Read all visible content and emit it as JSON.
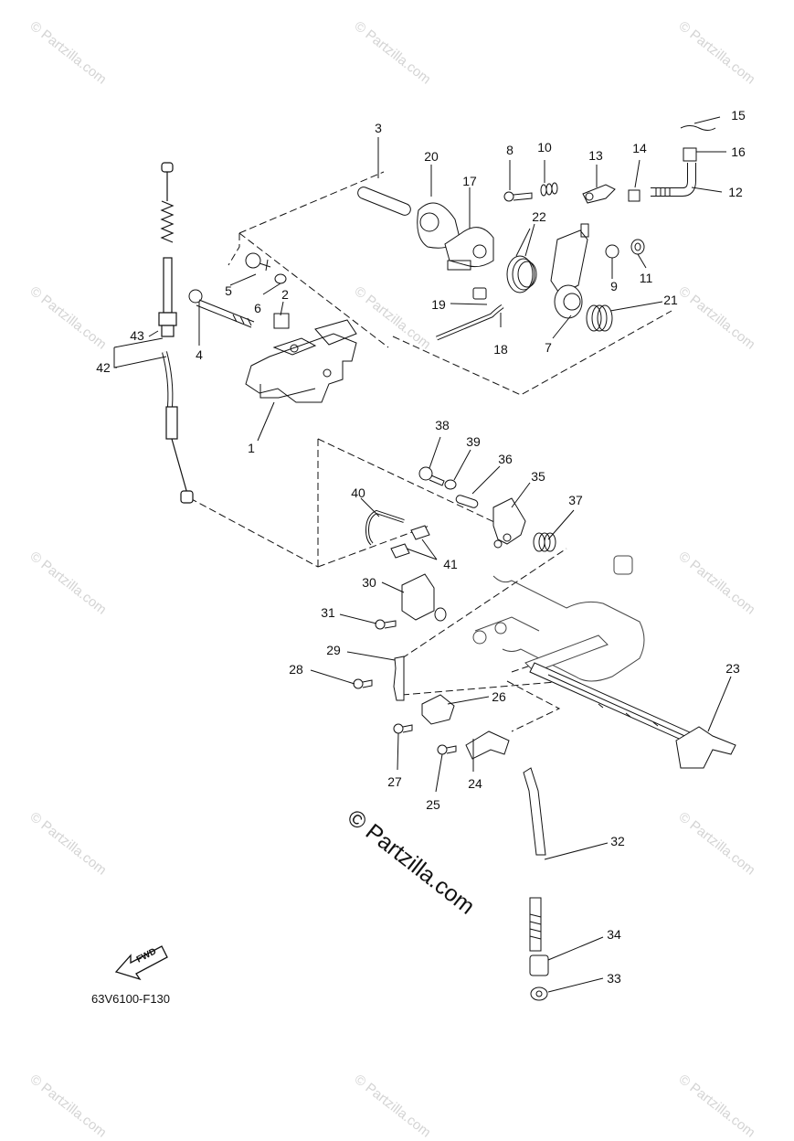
{
  "watermark": "© Partzilla.com",
  "diagram_code": "63V6100-F130",
  "fwd_label": "FWD",
  "callouts": [
    "1",
    "2",
    "3",
    "4",
    "5",
    "6",
    "7",
    "8",
    "9",
    "10",
    "11",
    "12",
    "13",
    "14",
    "15",
    "16",
    "17",
    "18",
    "19",
    "20",
    "21",
    "22",
    "23",
    "24",
    "25",
    "26",
    "27",
    "28",
    "29",
    "30",
    "31",
    "32",
    "33",
    "34",
    "35",
    "36",
    "37",
    "38",
    "39",
    "40",
    "41",
    "42",
    "43"
  ]
}
